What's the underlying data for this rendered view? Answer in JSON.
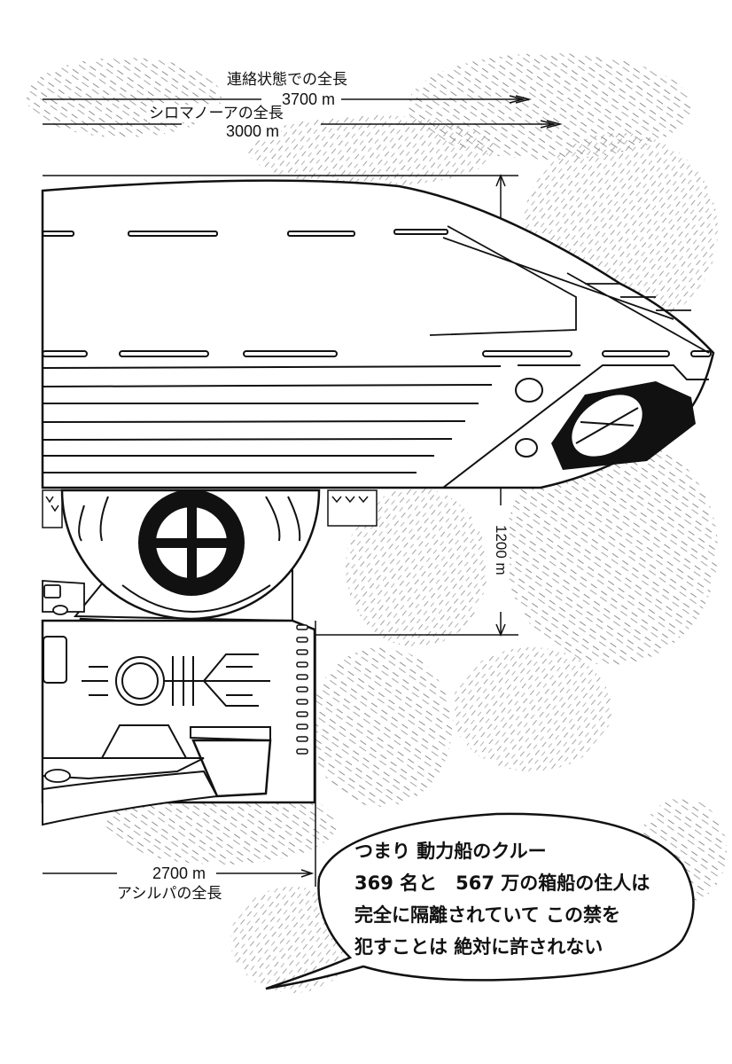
{
  "page": {
    "type": "manga-page",
    "background": "#ffffff",
    "ink": "#111111"
  },
  "dimensions": {
    "connected_length": {
      "label": "連絡状態での全長",
      "value": "3700 m"
    },
    "shiromanoa_length": {
      "label": "シロマノーアの全長",
      "value": "3000 m"
    },
    "height": {
      "value": "1200 m"
    },
    "ashirupa_length": {
      "label": "アシルパの全長",
      "value": "2700 m"
    }
  },
  "speech_bubble": {
    "lines": [
      "つまり 動力船のクルー",
      "369 名と　567 万の箱船の住人は",
      "完全に隔離されていて この禁を",
      "犯すことは 絶対に許されない"
    ]
  }
}
